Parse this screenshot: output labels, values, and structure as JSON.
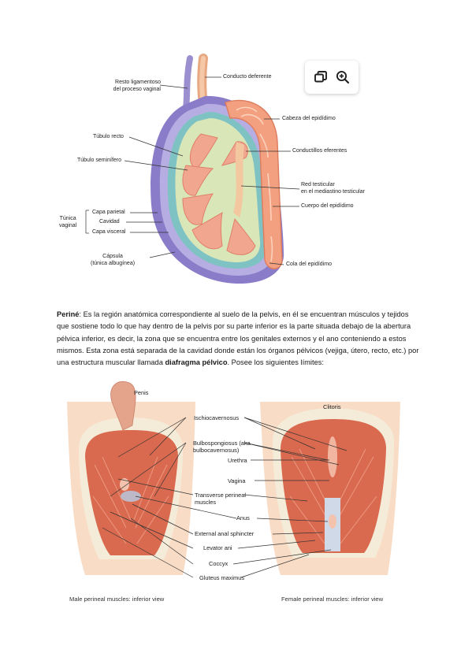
{
  "figure_testis": {
    "labels": {
      "resto": "Resto ligamentoso\ndel proceso vaginal",
      "conducto": "Conducto deferente",
      "cabeza": "Cabeza del epidídimo",
      "tubulo_recto": "Túbulo recto",
      "tubulo_seminifero": "Túbulo seminífero",
      "conductillos": "Conductillos eferentes",
      "red": "Red testicular\nen el mediastino testicular",
      "cuerpo": "Cuerpo del epidídimo",
      "tunica": "Túnica\nvaginal",
      "capa_parietal": "Capa parietal",
      "cavidad": "Cavidad",
      "capa_visceral": "Capa visceral",
      "capsula": "Cápsula\n(túnica albugínea)",
      "cola": "Cola del epidídimo"
    }
  },
  "toolbar": {
    "copy_icon": "copy-icon",
    "zoom_icon": "zoom-in-icon"
  },
  "paragraph": {
    "term": "Periné",
    "part1": ": Es la región anatómica correspondiente al suelo de la pelvis, en él se encuentran músculos y tejidos que sostiene todo lo que hay dentro de la pelvis por su parte inferior es la parte situada debajo de la abertura pélvica inferior, es decir, la zona que se encuentra entre los genitales externos y el ano conteniendo a estos mismos. Esta zona está separada de la cavidad donde están los órganos pélvicos (vejiga, útero, recto, etc.) por una estructura muscular llamada ",
    "bold_term": "diafragma pélvico",
    "part2": ". Posee los siguientes límites:"
  },
  "figure_perineum": {
    "labels": {
      "penis": "Penis",
      "clitoris": "Clitoris",
      "ischio": "Ischiocavernosus",
      "bulbo": "Bulbospongiosus (aka\nbulbocavernosus)",
      "urethra": "Urethra",
      "vagina": "Vagina",
      "transverse": "Transverse perineal\nmuscles",
      "anus": "Anus",
      "external": "External anal sphincter",
      "levator": "Levator ani",
      "coccyx": "Coccyx",
      "gluteus": "Gluteus maximus"
    },
    "captions": {
      "male": "Male perineal muscles: inferior view",
      "female": "Female perineal muscles: inferior view"
    }
  }
}
